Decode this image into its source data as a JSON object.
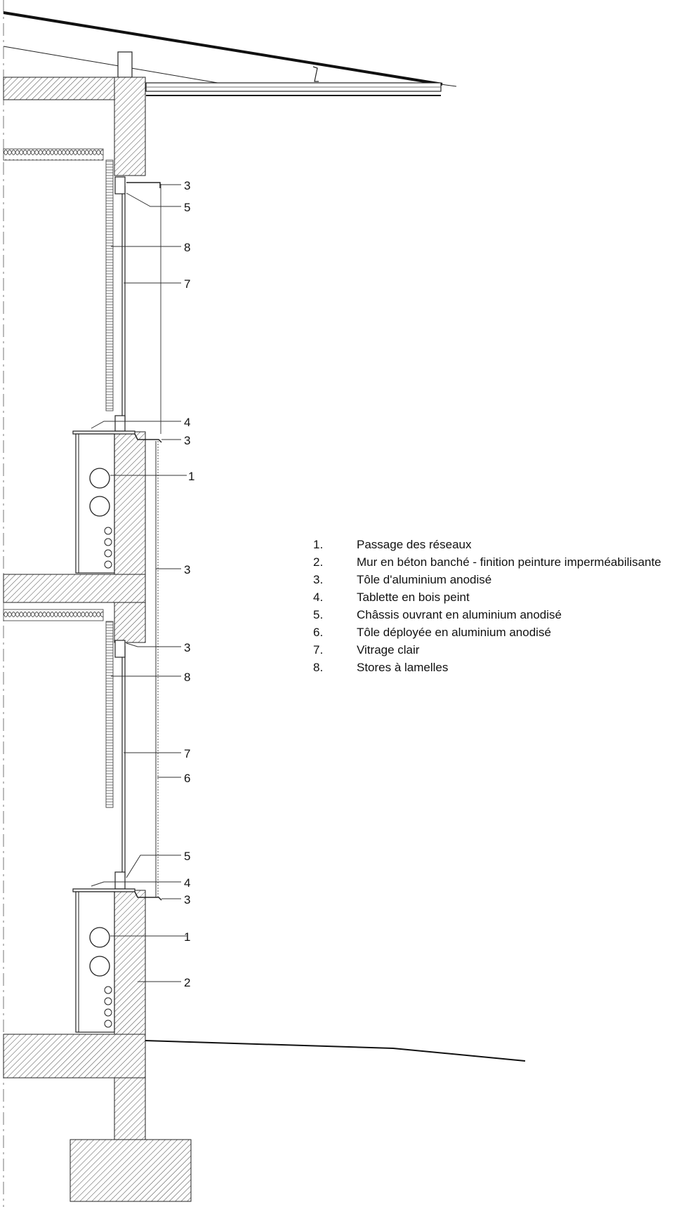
{
  "diagram": {
    "callouts": [
      {
        "id": "c1",
        "num": "3"
      },
      {
        "id": "c2",
        "num": "5"
      },
      {
        "id": "c3",
        "num": "8"
      },
      {
        "id": "c4",
        "num": "7"
      },
      {
        "id": "c5",
        "num": "4"
      },
      {
        "id": "c6",
        "num": "3"
      },
      {
        "id": "c7",
        "num": "1"
      },
      {
        "id": "c8",
        "num": "3"
      },
      {
        "id": "c9",
        "num": "3"
      },
      {
        "id": "c10",
        "num": "8"
      },
      {
        "id": "c11",
        "num": "7"
      },
      {
        "id": "c12",
        "num": "6"
      },
      {
        "id": "c13",
        "num": "5"
      },
      {
        "id": "c14",
        "num": "4"
      },
      {
        "id": "c15",
        "num": "3"
      },
      {
        "id": "c16",
        "num": "1"
      },
      {
        "id": "c17",
        "num": "2"
      }
    ]
  },
  "legend": {
    "items": [
      {
        "num": "1.",
        "text": "Passage des réseaux"
      },
      {
        "num": "2.",
        "text": "Mur en béton banché - finition peinture imperméabilisante"
      },
      {
        "num": "3.",
        "text": "Tôle d'aluminium anodisé"
      },
      {
        "num": "4.",
        "text": "Tablette en bois peint"
      },
      {
        "num": "5.",
        "text": "Châssis ouvrant en aluminium anodisé"
      },
      {
        "num": "6.",
        "text": "Tôle déployée en aluminium anodisé"
      },
      {
        "num": "7.",
        "text": "Vitrage clair"
      },
      {
        "num": "8.",
        "text": "Stores à lamelles"
      }
    ]
  }
}
